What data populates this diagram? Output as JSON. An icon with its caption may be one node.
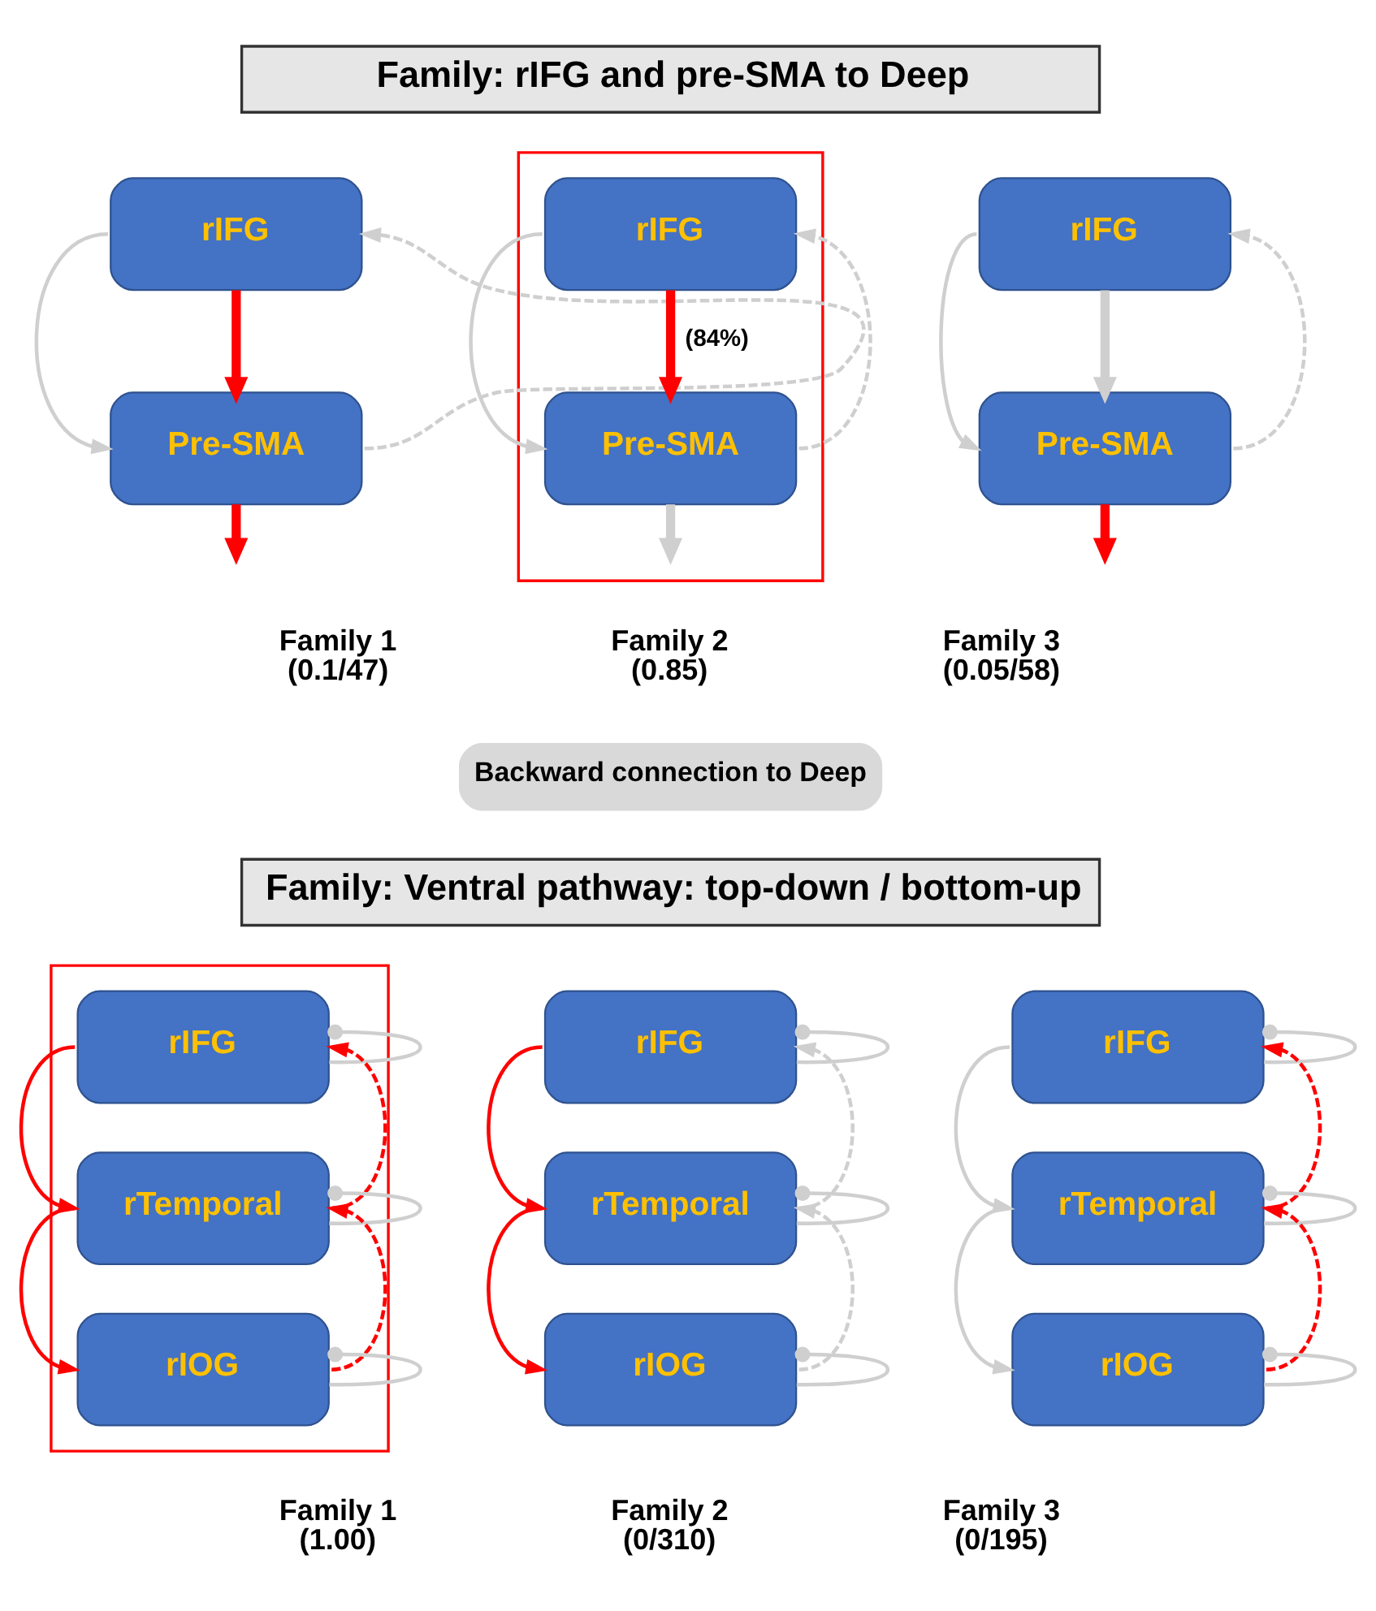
{
  "diagram": {
    "nodes": [
      {
        "text": [
          "Family: rIFG and pre-SMA to Deep"
        ]
      },
      {
        "text": [
          "rIFG"
        ]
      },
      {
        "text": [
          "Pre-SMA"
        ]
      },
      {
        "text": [],
        "shape": "box"
      },
      {
        "text": [
          "rIFG"
        ],
        "in": 3
      },
      {
        "text": [
          "Pre-SMA"
        ],
        "in": 3
      },
      {
        "text": [
          "rIFG"
        ]
      },
      {
        "text": [
          "Pre-SMA"
        ]
      },
      {
        "text": [
          "Family: Ventral pathway: top-down / bottom-up"
        ]
      },
      {
        "text": [],
        "shape": "box"
      },
      {
        "text": [
          "rIFG"
        ],
        "in": 9
      },
      {
        "text": [
          "rTemporal"
        ],
        "in": 9
      },
      {
        "text": [
          "rIOG"
        ],
        "in": 9
      },
      {
        "text": [
          "rIFG"
        ]
      },
      {
        "text": [
          "rTemporal"
        ]
      },
      {
        "text": [
          "rIOG"
        ]
      },
      {
        "text": [
          "rIFG"
        ]
      },
      {
        "text": [
          "rTemporal"
        ]
      },
      {
        "text": [
          "rIOG"
        ]
      }
    ],
    "edges": [
      {
        "from": 1,
        "to": 2,
        "arrow": "to"
      },
      {
        "from": 2,
        "to": 1,
        "arrow": "to",
        "style": "dashed"
      },
      {
        "from": 1,
        "to": 2,
        "arrow": "to",
        "style": "thick",
        "color": "#ff0000"
      },
      {
        "from": 2,
        "to": null,
        "arrow": "to",
        "style": "thick",
        "color": "#ff0000"
      },
      {
        "from": 4,
        "to": 5,
        "arrow": "to"
      },
      {
        "from": 5,
        "to": 4,
        "arrow": "to",
        "style": "dashed"
      },
      {
        "from": 4,
        "to": 5,
        "arrow": "to",
        "style": "thick",
        "color": "#ff0000",
        "label": "(84%)"
      },
      {
        "from": 5,
        "to": null,
        "arrow": "to",
        "style": "thick"
      },
      {
        "from": 6,
        "to": 7,
        "arrow": "to"
      },
      {
        "from": 7,
        "to": 6,
        "arrow": "to",
        "style": "dashed"
      },
      {
        "from": 6,
        "to": 7,
        "arrow": "to",
        "style": "thick"
      },
      {
        "from": 7,
        "to": null,
        "arrow": "to",
        "style": "thick",
        "color": "#ff0000"
      },
      {
        "from": 10,
        "to": 11,
        "arrow": "to",
        "color": "#ff0000"
      },
      {
        "from": 11,
        "to": 12,
        "arrow": "to",
        "color": "#ff0000"
      },
      {
        "from": 12,
        "to": 11,
        "arrow": "to",
        "style": "dashed",
        "color": "#ff0000"
      },
      {
        "from": 11,
        "to": 10,
        "arrow": "to",
        "style": "dashed",
        "color": "#ff0000"
      },
      {
        "from": 10,
        "to": 10,
        "arrow": "other"
      },
      {
        "from": 11,
        "to": 11,
        "arrow": "other"
      },
      {
        "from": 12,
        "to": 12,
        "arrow": "other"
      },
      {
        "from": 13,
        "to": 14,
        "arrow": "to",
        "color": "#ff0000"
      },
      {
        "from": 14,
        "to": 15,
        "arrow": "to",
        "color": "#ff0000"
      },
      {
        "from": 15,
        "to": 14,
        "arrow": "to",
        "style": "dashed"
      },
      {
        "from": 14,
        "to": 13,
        "arrow": "to",
        "style": "dashed"
      },
      {
        "from": 13,
        "to": 13,
        "arrow": "other"
      },
      {
        "from": 14,
        "to": 14,
        "arrow": "other"
      },
      {
        "from": 15,
        "to": 15,
        "arrow": "other"
      },
      {
        "from": 16,
        "to": 17,
        "arrow": "to"
      },
      {
        "from": 17,
        "to": 18,
        "arrow": "to"
      },
      {
        "from": 18,
        "to": 17,
        "arrow": "to",
        "style": "dashed",
        "color": "#ff0000"
      },
      {
        "from": 17,
        "to": 16,
        "arrow": "to",
        "style": "dashed",
        "color": "#ff0000"
      },
      {
        "from": 16,
        "to": 16,
        "arrow": "other"
      },
      {
        "from": 17,
        "to": 17,
        "arrow": "other"
      },
      {
        "from": 18,
        "to": 18,
        "arrow": "other"
      }
    ],
    "labels": [
      "Family 1 (0.1/47)",
      "Family 2 (0.85)",
      "Family 3 (0.05/58)",
      "Family 1 (1.00)",
      "Family 2 (0/310)",
      "Family 3 (0/195)"
    ],
    "legend": [
      {
        "text": "Backward connection to Deep"
      }
    ]
  }
}
